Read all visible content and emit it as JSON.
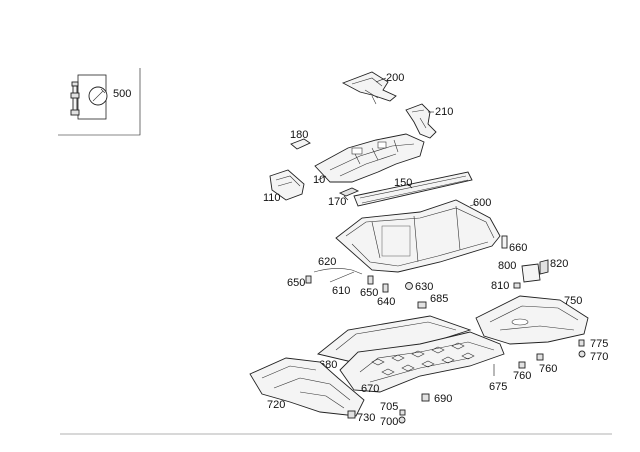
{
  "callouts": {
    "c500": "500",
    "c200": "200",
    "c210": "210",
    "c180": "180",
    "c10": "10",
    "c110": "110",
    "c150": "150",
    "c170": "170",
    "c600": "600",
    "c660": "660",
    "c800": "800",
    "c820": "820",
    "c620": "620",
    "c650a": "650",
    "c610": "610",
    "c650b": "650",
    "c630": "630",
    "c640": "640",
    "c685": "685",
    "c810": "810",
    "c750": "750",
    "c680": "680",
    "c775": "775",
    "c770": "770",
    "c760a": "760",
    "c760b": "760",
    "c675": "675",
    "c670": "670",
    "c720": "720",
    "c690": "690",
    "c705": "705",
    "c730": "730",
    "c700": "700"
  },
  "icons": {
    "legend": "wrench-screw-icon"
  }
}
